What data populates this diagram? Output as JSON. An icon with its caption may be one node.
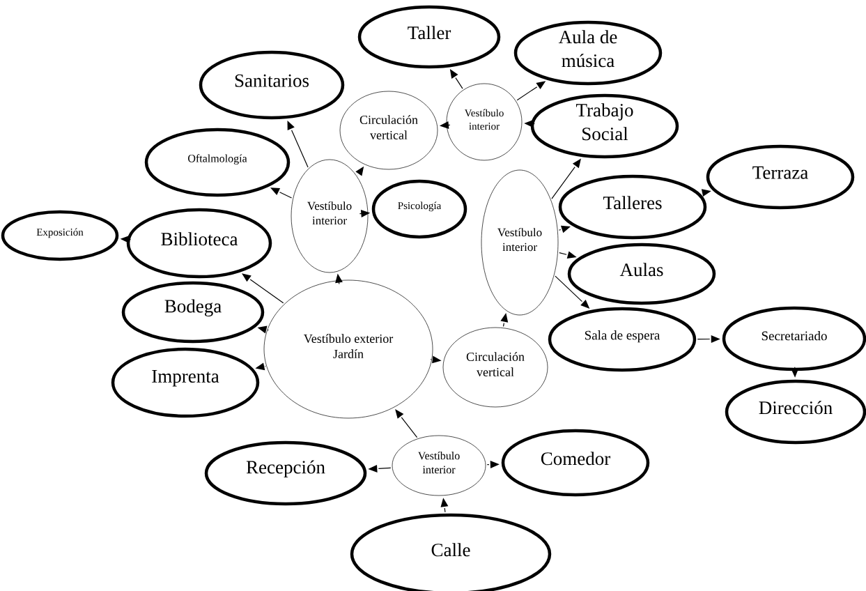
{
  "diagram": {
    "nodes": [
      {
        "text": [
          "Taller"
        ]
      },
      {
        "text": [
          "Aula de música"
        ]
      },
      {
        "text": [
          "Circulación vertical"
        ]
      },
      {
        "text": [
          "Vestíbulo interior"
        ]
      },
      {
        "text": [
          "Sanitarios"
        ]
      },
      {
        "text": [
          "Trabajo Social"
        ]
      },
      {
        "text": [
          "Oftalmología"
        ]
      },
      {
        "text": [
          "Vestíbulo interior"
        ]
      },
      {
        "text": [
          "Psicología"
        ]
      },
      {
        "text": [
          "Terraza"
        ]
      },
      {
        "text": [
          "Vestíbulo interior"
        ]
      },
      {
        "text": [
          "Talleres"
        ]
      },
      {
        "text": [
          "Exposición"
        ]
      },
      {
        "text": [
          "Biblioteca"
        ]
      },
      {
        "text": [
          "Aulas"
        ]
      },
      {
        "text": [
          "Bodega"
        ]
      },
      {
        "text": [
          "Vestíbulo exterior Jardín"
        ]
      },
      {
        "text": [
          "Sala de espera"
        ]
      },
      {
        "text": [
          "Secretariado"
        ]
      },
      {
        "text": [
          "Circulación vertical"
        ]
      },
      {
        "text": [
          "Imprenta"
        ]
      },
      {
        "text": [
          "Dirección"
        ]
      },
      {
        "text": [
          "Vestíbulo interior"
        ]
      },
      {
        "text": [
          "Recepción"
        ]
      },
      {
        "text": [
          "Comedor"
        ]
      },
      {
        "text": [
          "Calle"
        ]
      }
    ],
    "edges": [
      {
        "from": 3,
        "to": 0,
        "arrow": "to"
      },
      {
        "from": 3,
        "to": 1,
        "arrow": "to"
      },
      {
        "from": 5,
        "to": 3,
        "arrow": "to"
      },
      {
        "from": 3,
        "to": 2,
        "arrow": "to"
      },
      {
        "from": 7,
        "to": 4,
        "arrow": "to"
      },
      {
        "from": 7,
        "to": 6,
        "arrow": "to"
      },
      {
        "from": 7,
        "to": 2,
        "arrow": "to"
      },
      {
        "from": 7,
        "to": 8,
        "arrow": "to"
      },
      {
        "from": 13,
        "to": 12,
        "arrow": "to"
      },
      {
        "from": 16,
        "to": 13,
        "arrow": "to"
      },
      {
        "from": 16,
        "to": 7,
        "arrow": "to"
      },
      {
        "from": 16,
        "to": 15,
        "arrow": "to"
      },
      {
        "from": 16,
        "to": 20,
        "arrow": "to"
      },
      {
        "from": 16,
        "to": 19,
        "arrow": "to"
      },
      {
        "from": 22,
        "to": 16,
        "arrow": "to"
      },
      {
        "from": 19,
        "to": 10,
        "arrow": "to"
      },
      {
        "from": 10,
        "to": 5,
        "arrow": "to"
      },
      {
        "from": 10,
        "to": 11,
        "arrow": "to"
      },
      {
        "from": 11,
        "to": 9,
        "arrow": "to"
      },
      {
        "from": 10,
        "to": 14,
        "arrow": "to"
      },
      {
        "from": 10,
        "to": 17,
        "arrow": "to"
      },
      {
        "from": 17,
        "to": 18,
        "arrow": "to"
      },
      {
        "from": 18,
        "to": 21,
        "arrow": "to"
      },
      {
        "from": 22,
        "to": 23,
        "arrow": "to"
      },
      {
        "from": 22,
        "to": 24,
        "arrow": "to"
      },
      {
        "from": 25,
        "to": 22,
        "arrow": "to"
      }
    ]
  }
}
